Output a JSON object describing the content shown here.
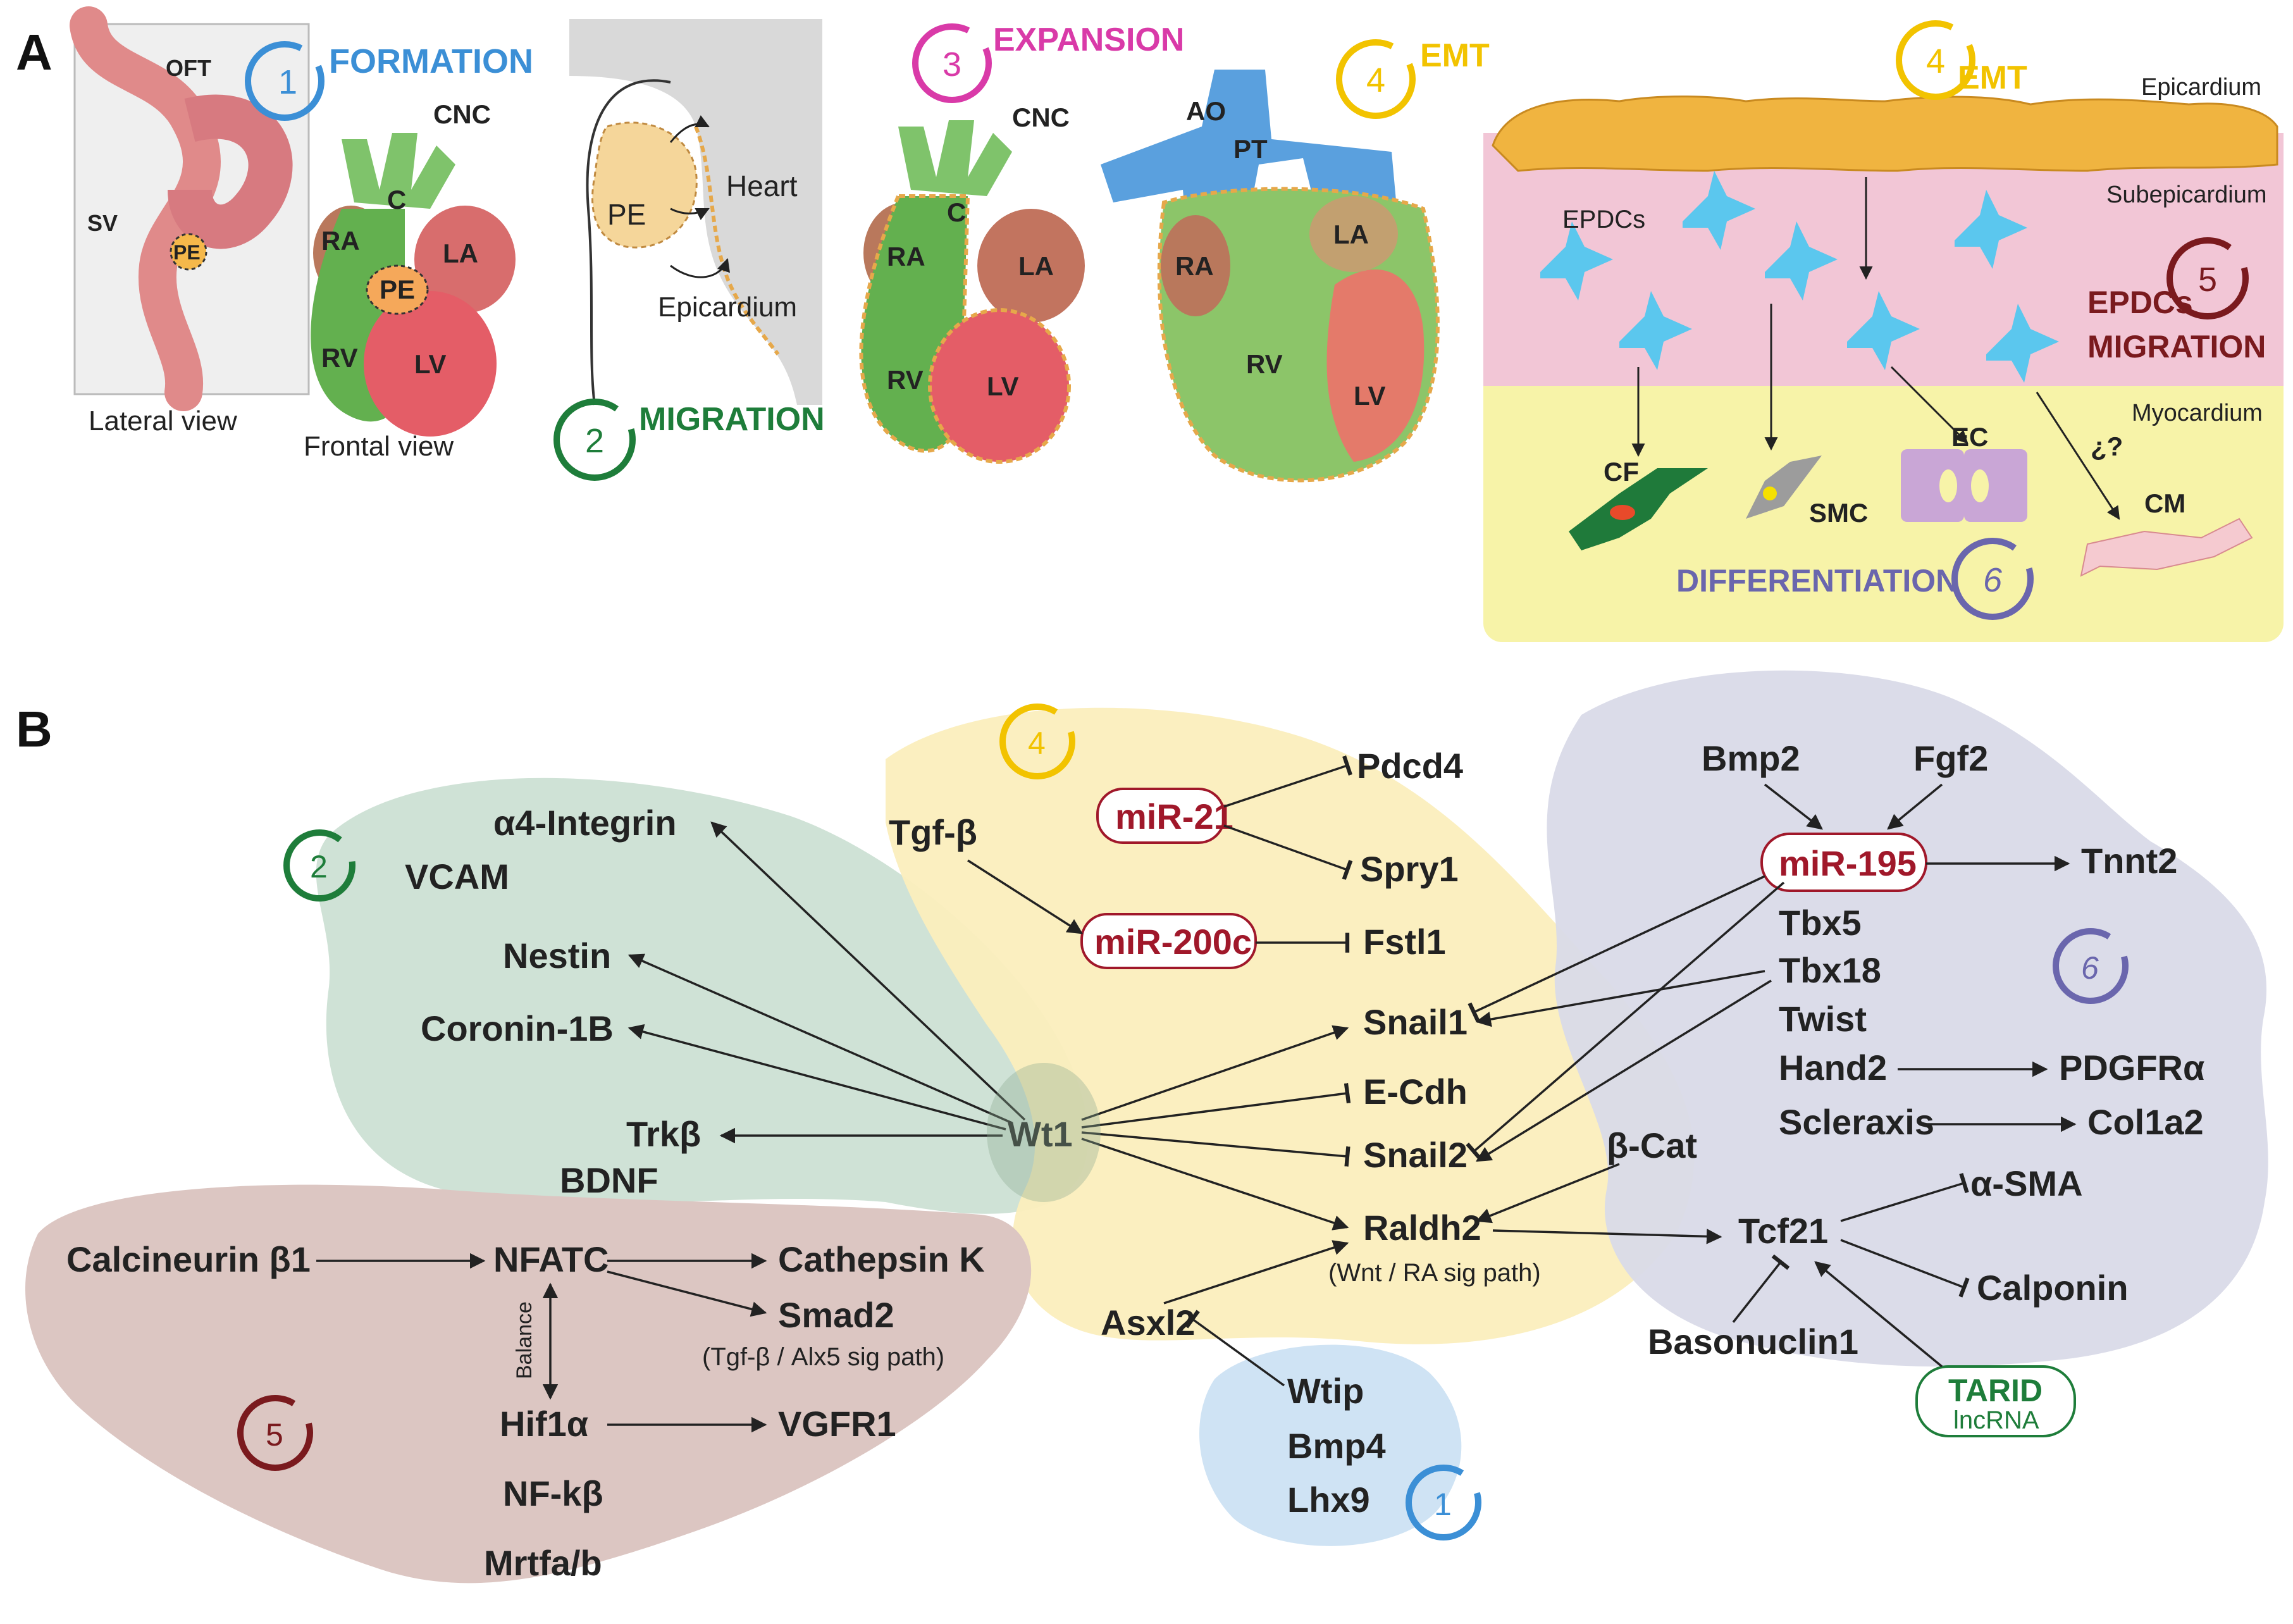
{
  "panel_a": {
    "letter": "A",
    "colors": {
      "step1": "#3b8fd6",
      "step2": "#1e7d3a",
      "step3": "#d93aa8",
      "step4": "#f2c300",
      "step5": "#7a1a1e",
      "step6": "#6a66ad"
    },
    "steps": {
      "s1_num": "1",
      "s1_title": "FORMATION",
      "s2_num": "2",
      "s2_title": "MIGRATION",
      "s3_num": "3",
      "s3_title": "EXPANSION",
      "s4_num": "4",
      "s4_title": "EMT",
      "s4b_num": "4",
      "s4b_title": "EMT",
      "s5_num": "5",
      "s5_title1": "EPDCs",
      "s5_title2": "MIGRATION",
      "s6_num": "6",
      "s6_title": "DIFFERENTIATION"
    },
    "lateral": {
      "oft": "OFT",
      "sv": "SV",
      "pe": "PE",
      "caption": "Lateral view"
    },
    "frontal": {
      "cnc": "CNC",
      "c": "C",
      "ra": "RA",
      "la": "LA",
      "pe": "PE",
      "rv": "RV",
      "lv": "LV",
      "caption": "Frontal view"
    },
    "migration": {
      "pe": "PE",
      "heart": "Heart",
      "epicardium": "Epicardium"
    },
    "expansion": {
      "cnc": "CNC",
      "c": "C",
      "ra": "RA",
      "la": "LA",
      "rv": "RV",
      "lv": "LV"
    },
    "emt_heart": {
      "ao": "AO",
      "pt": "PT",
      "ra": "RA",
      "la": "LA",
      "rv": "RV",
      "lv": "LV"
    },
    "layers": {
      "epicardium": "Epicardium",
      "subepicardium": "Subepicardium",
      "myocardium": "Myocardium"
    },
    "cells": {
      "epdcs": "EPDCs",
      "cf": "CF",
      "smc": "SMC",
      "ec": "EC",
      "cm": "CM",
      "unknown": "¿?"
    }
  },
  "panel_b": {
    "letter": "B",
    "region_nums": {
      "r2": "2",
      "r4": "4",
      "r6": "6",
      "r5": "5",
      "r1": "1"
    },
    "green": {
      "integrin": "α4-Integrin",
      "vcam": "VCAM",
      "nestin": "Nestin",
      "coronin": "Coronin-1B",
      "trkb": "Trkβ",
      "bdnf": "BDNF"
    },
    "center": {
      "wt1": "Wt1"
    },
    "yellow": {
      "tgfb": "Tgf-β",
      "mir21": "miR-21",
      "pdcd4": "Pdcd4",
      "spry1": "Spry1",
      "mir200c": "miR-200c",
      "fstl1": "Fstl1",
      "snail1": "Snail1",
      "ecdh": "E-Cdh",
      "snail2": "Snail2",
      "bcat": "β-Cat",
      "raldh2": "Raldh2",
      "raldh2_note": "(Wnt / RA sig path)",
      "asxl2": "Asxl2"
    },
    "purple": {
      "bmp2": "Bmp2",
      "fgf2": "Fgf2",
      "mir195": "miR-195",
      "tnnt2": "Tnnt2",
      "tbx5": "Tbx5",
      "tbx18": "Tbx18",
      "twist": "Twist",
      "hand2": "Hand2",
      "pdgfra": "PDGFRα",
      "scleraxis": "Scleraxis",
      "col1a2": "Col1a2",
      "tcf21": "Tcf21",
      "asma": "α-SMA",
      "calponin": "Calponin",
      "basonuclin": "Basonuclin1",
      "tarid": "TARID",
      "lncrna": "lncRNA"
    },
    "brown": {
      "calcineurin": "Calcineurin β1",
      "nfatc": "NFATC",
      "cathepsin": "Cathepsin K",
      "smad2": "Smad2",
      "smad2_note": "(Tgf-β / Alx5 sig path)",
      "balance": "Balance",
      "hif1a": "Hif1α",
      "vgfr1": "VGFR1",
      "nfkb": "NF-kβ",
      "mrtf": "Mrtfa/b"
    },
    "blue": {
      "wtip": "Wtip",
      "bmp4": "Bmp4",
      "lhx9": "Lhx9"
    }
  }
}
